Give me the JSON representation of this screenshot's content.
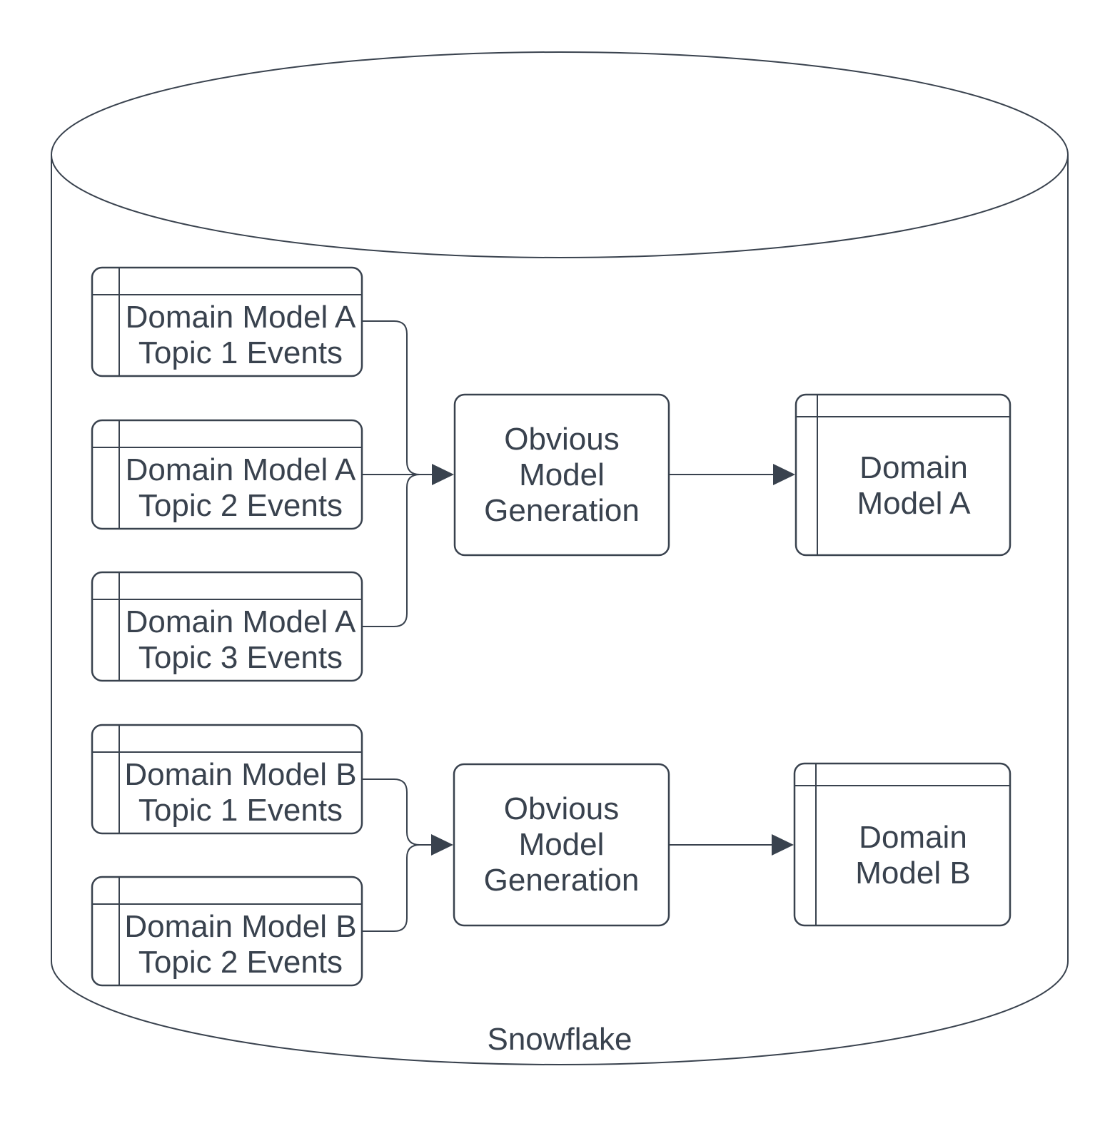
{
  "diagram": {
    "container": {
      "shape": "cylinder",
      "label": "Snowflake"
    },
    "colors": {
      "stroke": "#39424e",
      "text": "#39424e",
      "background": "#ffffff"
    },
    "nodes": {
      "topic_a1": {
        "type": "table",
        "label": "Domain Model A\nTopic 1 Events"
      },
      "topic_a2": {
        "type": "table",
        "label": "Domain Model A\nTopic 2 Events"
      },
      "topic_a3": {
        "type": "table",
        "label": "Domain Model A\nTopic 3 Events"
      },
      "process_a": {
        "type": "process",
        "label": "Obvious\nModel\nGeneration"
      },
      "model_a": {
        "type": "table",
        "label": "Domain\nModel A"
      },
      "topic_b1": {
        "type": "table",
        "label": "Domain Model B\nTopic 1 Events"
      },
      "topic_b2": {
        "type": "table",
        "label": "Domain Model B\nTopic 2 Events"
      },
      "process_b": {
        "type": "process",
        "label": "Obvious\nModel\nGeneration"
      },
      "model_b": {
        "type": "table",
        "label": "Domain\nModel B"
      }
    },
    "edges": [
      {
        "from": "topic_a1",
        "to": "process_a"
      },
      {
        "from": "topic_a2",
        "to": "process_a"
      },
      {
        "from": "topic_a3",
        "to": "process_a"
      },
      {
        "from": "process_a",
        "to": "model_a"
      },
      {
        "from": "topic_b1",
        "to": "process_b"
      },
      {
        "from": "topic_b2",
        "to": "process_b"
      },
      {
        "from": "process_b",
        "to": "model_b"
      }
    ]
  }
}
